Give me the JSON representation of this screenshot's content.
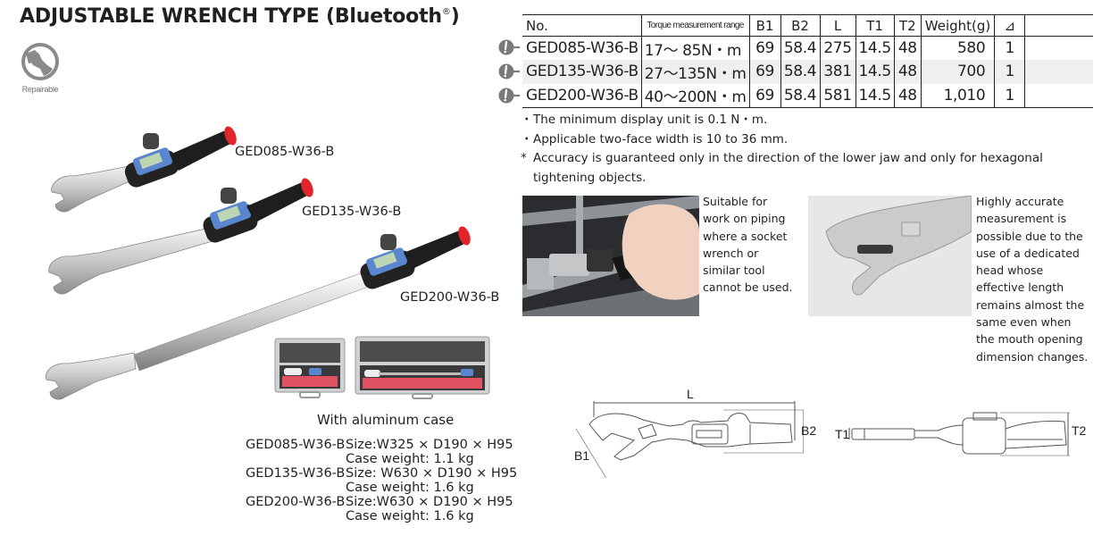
{
  "page": {
    "title": "ADJUSTABLE WRENCH TYPE (Bluetooth",
    "title_mark": "®",
    "title_close": ")",
    "badge": {
      "icon": "wrench-icon",
      "label": "Repairable"
    }
  },
  "products": [
    {
      "label": "GED085-W36-B"
    },
    {
      "label": "GED135-W36-B"
    },
    {
      "label": "GED200-W36-B"
    }
  ],
  "spec_table": {
    "headers": [
      "No.",
      "Torque measurement range",
      "B1",
      "B2",
      "L",
      "T1",
      "T2",
      "Weight(g)",
      "⊿"
    ],
    "row_icon": "warning-tag-icon",
    "rows": [
      {
        "model": "GED085-W36-B",
        "range": "17～  85N・m",
        "b1": "69",
        "b2": "58.4",
        "l": "275",
        "t1": "14.5",
        "t2": "48",
        "weight": "580",
        "qty": "1"
      },
      {
        "model": "GED135-W36-B",
        "range": "27～135N・m",
        "b1": "69",
        "b2": "58.4",
        "l": "381",
        "t1": "14.5",
        "t2": "48",
        "weight": "700",
        "qty": "1"
      },
      {
        "model": "GED200-W36-B",
        "range": "40～200N・m",
        "b1": "69",
        "b2": "58.4",
        "l": "581",
        "t1": "14.5",
        "t2": "48",
        "weight": "1,010",
        "qty": "1"
      }
    ]
  },
  "notes": [
    {
      "mark": "・",
      "text": "The minimum display unit is 0.1 N・m."
    },
    {
      "mark": "・",
      "text": "Applicable two-face width is 10 to 36 mm."
    },
    {
      "mark": "*",
      "text": "Accuracy is guaranteed only in the direction of the lower jaw and only for hexagonal"
    },
    {
      "mark": "",
      "text": "tightening objects."
    }
  ],
  "features": [
    {
      "lines": [
        "Suitable for",
        "work on piping",
        "where a socket",
        "wrench or",
        "similar tool",
        "cannot be used."
      ]
    },
    {
      "lines": [
        "Highly accurate",
        "measurement is",
        "possible due to the",
        "use of a dedicated",
        "head whose",
        "effective length",
        "remains almost the",
        "same even when",
        "the mouth opening",
        "dimension changes."
      ]
    }
  ],
  "case": {
    "caption": "With aluminum case",
    "specs": [
      {
        "model": "GED085-W36-B",
        "size": "Size:W325 × D190 × H95",
        "weight": "Case weight: 1.1 kg"
      },
      {
        "model": "GED135-W36-B",
        "size": "Size: W630 × D190 × H95",
        "weight": "Case weight: 1.6 kg"
      },
      {
        "model": "GED200-W36-B",
        "size": "Size:W630 × D190 × H95",
        "weight": "Case weight: 1.6 kg"
      }
    ]
  },
  "diagram": {
    "labels": {
      "L": "L",
      "B1": "B1",
      "B2": "B2",
      "T1": "T1",
      "T2": "T2"
    }
  },
  "colors": {
    "handle_red": "#e0262c",
    "display_blue": "#3a6fc4",
    "row_shade": "#efefef",
    "text": "#231f20"
  }
}
